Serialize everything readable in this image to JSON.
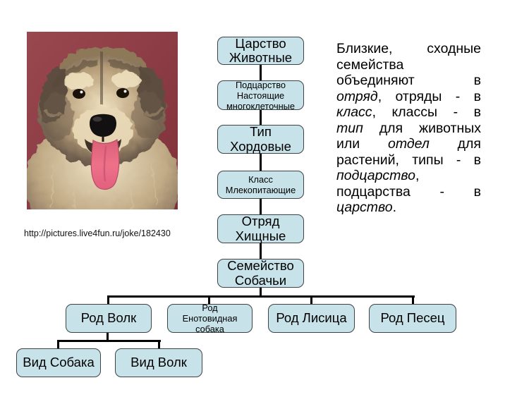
{
  "colors": {
    "box_fill": "#c7e3e9",
    "box_border": "#3c4346",
    "connector": "#000000",
    "text": "#000000",
    "photo_bg": "#7e3039",
    "photo_bg_light": "#9a4850",
    "photo_tongue": "#ee7189"
  },
  "photo": {
    "caption": "http://pictures.live4fun.ru/joke/182430"
  },
  "tree": {
    "chain": [
      {
        "label": "Царство\nЖивотные"
      },
      {
        "label": "Подцарство\nНастоящие\nмногоклеточные"
      },
      {
        "label": "Тип\nХордовые"
      },
      {
        "label": "Класс\nМлекопитающие"
      },
      {
        "label": "Отряд\nХищные"
      },
      {
        "label": "Семейство\nСобачьи"
      }
    ],
    "genera": [
      {
        "label": "Род Волк"
      },
      {
        "label": "Род\nЕнотовидная\nсобака"
      },
      {
        "label": "Род Лисица"
      },
      {
        "label": "Род Песец"
      }
    ],
    "species": [
      {
        "label": "Вид Собака"
      },
      {
        "label": "Вид Волк"
      }
    ]
  },
  "paragraph": {
    "lines": [
      {
        "j": 1,
        "segs": [
          {
            "t": "Близкие, сходные"
          }
        ]
      },
      {
        "j": 0,
        "segs": [
          {
            "t": "семейства"
          }
        ]
      },
      {
        "j": 1,
        "segs": [
          {
            "t": "объединяют в"
          }
        ]
      },
      {
        "j": 1,
        "segs": [
          {
            "t": "отряд",
            "i": 1
          },
          {
            "t": ", отряды - в"
          }
        ]
      },
      {
        "j": 1,
        "segs": [
          {
            "t": "класс",
            "i": 1
          },
          {
            "t": ", классы - в"
          }
        ]
      },
      {
        "j": 1,
        "segs": [
          {
            "t": "тип",
            "i": 1
          },
          {
            "t": " для животных"
          }
        ]
      },
      {
        "j": 1,
        "segs": [
          {
            "t": "или "
          },
          {
            "t": "отдел",
            "i": 1
          },
          {
            "t": " для"
          }
        ]
      },
      {
        "j": 1,
        "segs": [
          {
            "t": "растений, типы - в"
          }
        ]
      },
      {
        "j": 0,
        "segs": [
          {
            "t": "подцарство",
            "i": 1
          },
          {
            "t": ","
          }
        ]
      },
      {
        "j": 1,
        "segs": [
          {
            "t": "подцарства - в"
          }
        ]
      },
      {
        "j": 0,
        "segs": [
          {
            "t": "царство",
            "i": 1
          },
          {
            "t": "."
          }
        ]
      }
    ]
  }
}
